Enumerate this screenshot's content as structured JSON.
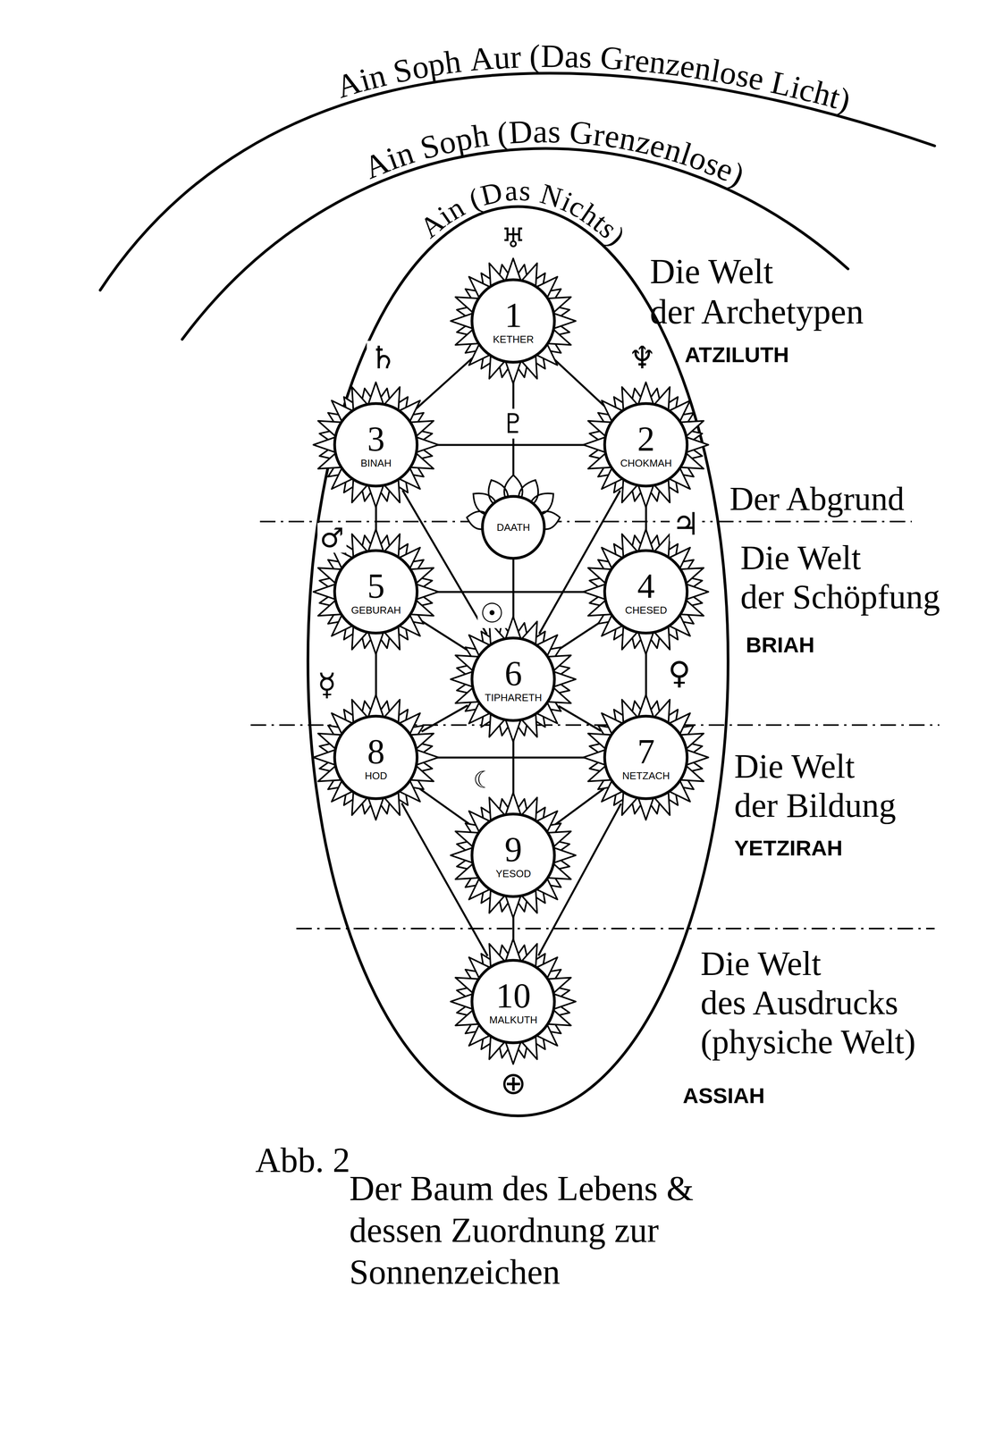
{
  "diagram": {
    "caption": "Der Baum des Lebens & dessen Zuordnung zur Sonnenzeichen",
    "nodes": [
      {
        "text": [
          "Ain (Das Nichts)"
        ]
      },
      {
        "text": [
          "1",
          "KETHER"
        ],
        "in": 0
      },
      {
        "text": [
          "3",
          "BINAH"
        ],
        "in": 0
      },
      {
        "text": [
          "2",
          "CHOKMAH"
        ],
        "in": 0
      },
      {
        "text": [
          "DAATH"
        ],
        "in": 0
      },
      {
        "text": [
          "5",
          "GEBURAH"
        ],
        "in": 0
      },
      {
        "text": [
          "4",
          "CHESED"
        ],
        "in": 0
      },
      {
        "text": [
          "6",
          "TIPHARETH"
        ],
        "in": 0
      },
      {
        "text": [
          "8",
          "HOD"
        ],
        "in": 0
      },
      {
        "text": [
          "7",
          "NETZACH"
        ],
        "in": 0
      },
      {
        "text": [
          "9",
          "YESOD"
        ],
        "in": 0
      },
      {
        "text": [
          "10",
          "MALKUTH"
        ],
        "in": 0
      }
    ],
    "edges": [
      {
        "from": 1,
        "to": 3,
        "arrow": "none"
      },
      {
        "from": 1,
        "to": 2,
        "arrow": "none"
      },
      {
        "from": 1,
        "to": 4,
        "arrow": "none"
      },
      {
        "from": 2,
        "to": 3,
        "arrow": "none"
      },
      {
        "from": 2,
        "to": 5,
        "arrow": "none"
      },
      {
        "from": 2,
        "to": 7,
        "arrow": "none"
      },
      {
        "from": 3,
        "to": 6,
        "arrow": "none"
      },
      {
        "from": 3,
        "to": 7,
        "arrow": "none"
      },
      {
        "from": 4,
        "to": 7,
        "arrow": "none"
      },
      {
        "from": 5,
        "to": 6,
        "arrow": "none"
      },
      {
        "from": 5,
        "to": 7,
        "arrow": "none"
      },
      {
        "from": 6,
        "to": 7,
        "arrow": "none"
      },
      {
        "from": 5,
        "to": 8,
        "arrow": "none"
      },
      {
        "from": 6,
        "to": 9,
        "arrow": "none"
      },
      {
        "from": 7,
        "to": 8,
        "arrow": "none"
      },
      {
        "from": 7,
        "to": 9,
        "arrow": "none"
      },
      {
        "from": 7,
        "to": 10,
        "arrow": "none"
      },
      {
        "from": 8,
        "to": 9,
        "arrow": "none"
      },
      {
        "from": 8,
        "to": 10,
        "arrow": "none"
      },
      {
        "from": 9,
        "to": 10,
        "arrow": "none"
      },
      {
        "from": 8,
        "to": 11,
        "arrow": "none"
      },
      {
        "from": 9,
        "to": 11,
        "arrow": "none"
      },
      {
        "from": 10,
        "to": 11,
        "arrow": "none"
      }
    ],
    "labels": [
      "Ain Soph Aur (Das Grenzenlose Licht)",
      "Ain Soph (Das Grenzenlose)",
      "♅",
      "Die Welt der Archetypen",
      "ATZILUTH",
      "♄",
      "♆",
      "♇",
      "Der Abgrund",
      "♂",
      "♃",
      "Die Welt der Schöpfung",
      "BRIAH",
      "☉",
      "☿",
      "♀",
      "Die Welt der Bildung",
      "YETZIRAH",
      "☾",
      "Die Welt des Ausdrucks (physiche Welt)",
      "ASSIAH",
      "⊕",
      "Abb. 2"
    ]
  }
}
